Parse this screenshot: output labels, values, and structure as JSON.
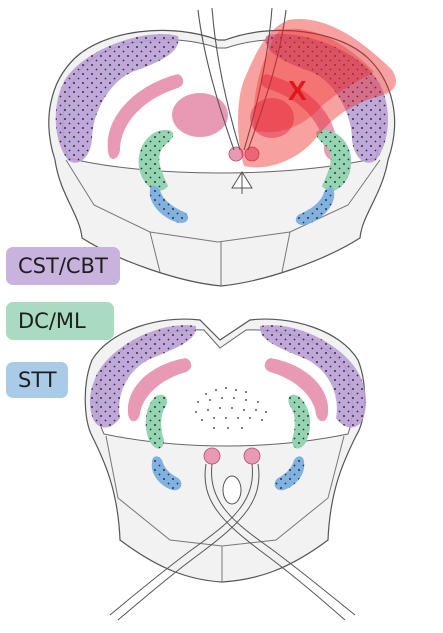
{
  "legend": {
    "cst": {
      "label": "CST/CBT",
      "color": "#c8b2de"
    },
    "dc": {
      "label": "DC/ML",
      "color": "#a8dbbf"
    },
    "stt": {
      "label": "STT",
      "color": "#a9cbe8"
    }
  },
  "lesion": {
    "label": "X",
    "color": "#ee2020"
  },
  "tract_colors": {
    "cst": "#b9a0d6",
    "dc": "#94d4b2",
    "stt": "#7fb2e0",
    "cerebellar": "#e89ab5",
    "outline": "#555555",
    "fill": "#f0f0f0"
  }
}
